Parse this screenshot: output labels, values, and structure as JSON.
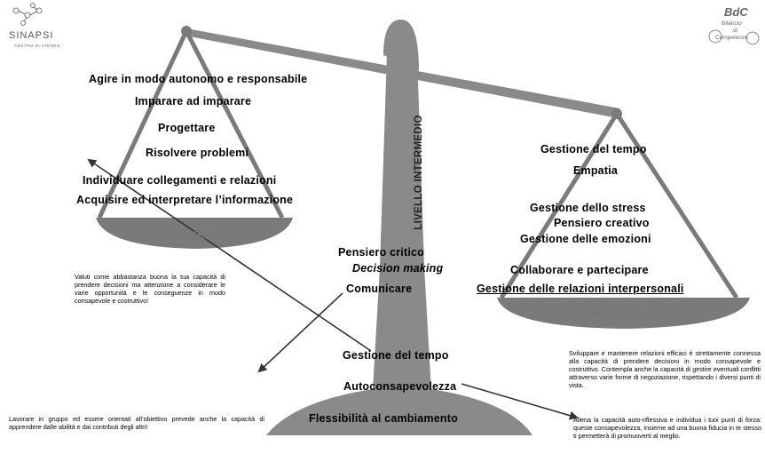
{
  "logo_left": {
    "name": "SINAPSI",
    "subtitle": "CENTRO DI ATENEO"
  },
  "logo_right": {
    "acronym": "BdC",
    "line1": "Bilancio",
    "line2": "di",
    "line3": "Competenze"
  },
  "pole_label": "LIVELLO INTERMEDIO",
  "left_pan": {
    "label": "RISORSE",
    "items": [
      "Agire in modo autonomo e responsabile",
      "Imparare ad imparare",
      "Progettare",
      "Risolvere problemi",
      "Individuare collegamenti e relazioni",
      "Acquisire ed interpretare l’informazione"
    ]
  },
  "right_pan": {
    "label": "CRITICITA’",
    "items": [
      "Gestione del tempo",
      "Empatia",
      "Gestione dello stress",
      "Pensiero creativo",
      "Gestione delle emozioni",
      "Collaborare e partecipare",
      "Gestione delle relazioni interpersonali"
    ]
  },
  "center_items": {
    "pensiero_critico": "Pensiero critico",
    "decision_making": "Decision making",
    "comunicare": "Comunicare",
    "gestione_tempo": "Gestione del tempo",
    "autoconsapevolezza": "Autoconsapevolezza",
    "flessibilita": "Flessibilità al cambiamento"
  },
  "notes": {
    "decision": "Valuti come abbastanza buona la tua capacità di prendere decisioni ma attenzione a considerare le varie opportunità e le conseguenze in modo consapevole e costruttivo!",
    "gruppo": "Lavorare in gruppo ed essere orientati all’obiettivo prevede anche la capacità di apprendere dalle abilità e dai contributi degli altri!",
    "relazioni": "Sviluppare e mantenere relazioni efficaci è strettamente connessa alla capacità di prendere decisioni in modo consapevole e costruttivo. Contempla anche la capacità di gestire eventuali conflitti attraverso varie forme di negoziazione, rispettando i diversi punti di vista.",
    "autoriflessiva": "Allena la capacità auto-riflessiva e individua i tuoi punti di forza: queste consapevolezza, insieme ad una buona fiducia in te stesso ti permetterà di promuoverti al meglio."
  },
  "colors": {
    "scale": "#888888",
    "scale_dark": "#6f6f6f",
    "pan": "#7a7a7a",
    "text": "#000000"
  }
}
